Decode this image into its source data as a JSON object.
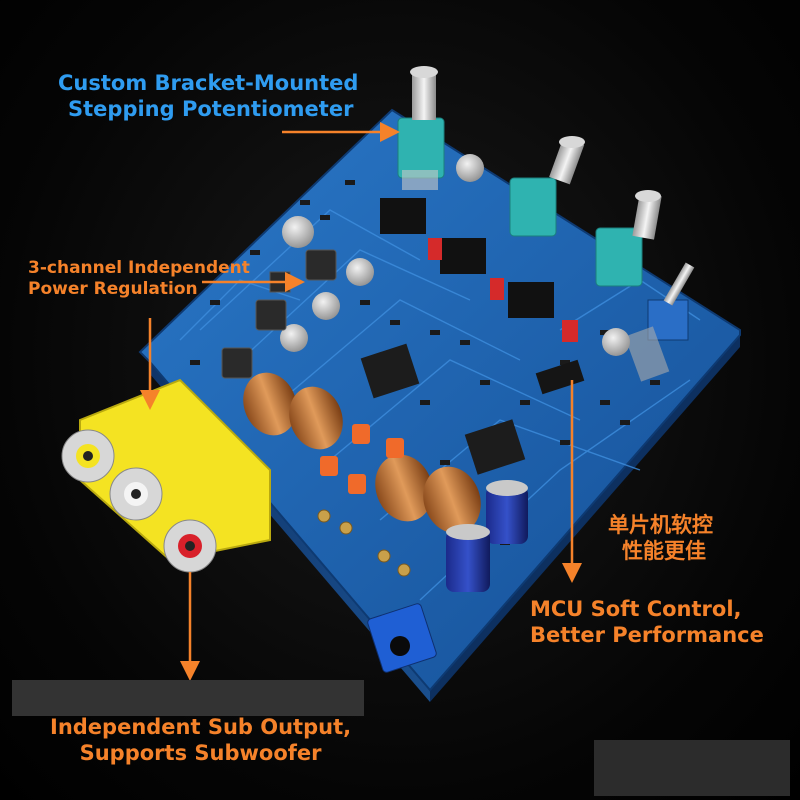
{
  "callouts": {
    "potentiometer": [
      "Custom Bracket-Mounted",
      "Stepping Potentiometer"
    ],
    "power": [
      "3-channel Independent",
      "Power Regulation"
    ],
    "mcu": [
      "MCU Soft Control,",
      "Better Performance"
    ],
    "mcu_cn": [
      "单片机软控",
      "性能更佳"
    ],
    "sub": [
      "Independent Sub Output,",
      "Supports Subwoofer"
    ]
  },
  "colors": {
    "board": "#1c5fae",
    "board_dark": "#123f7a",
    "callout_blue": "#2f9cf0",
    "callout_orange": "#f5822a",
    "rca_yellow": "#f4e322",
    "pot_teal": "#2fb3b0"
  }
}
